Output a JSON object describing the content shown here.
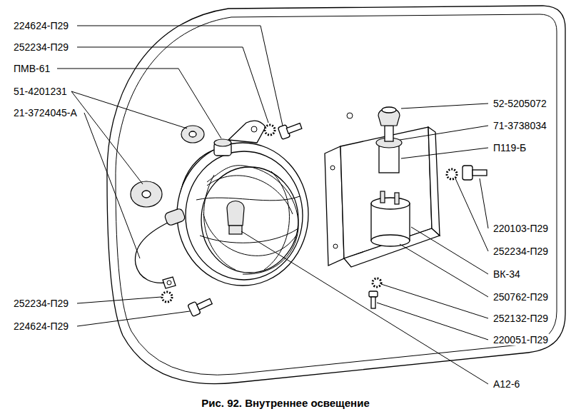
{
  "diagram": {
    "caption": "Рис. 92. Внутреннее освещение",
    "labels": [
      "224624-П29",
      "252234-П29",
      "ПМВ-61",
      "51-4201231",
      "21-3724045-А",
      "252234-П29",
      "224624-П29",
      "52-5205072",
      "71-3738034",
      "П119-Б",
      "220103-П29",
      "252234-П29",
      "ВК-34",
      "250762-П29",
      "252132-П29",
      "220051-П29",
      "А12-6"
    ]
  }
}
